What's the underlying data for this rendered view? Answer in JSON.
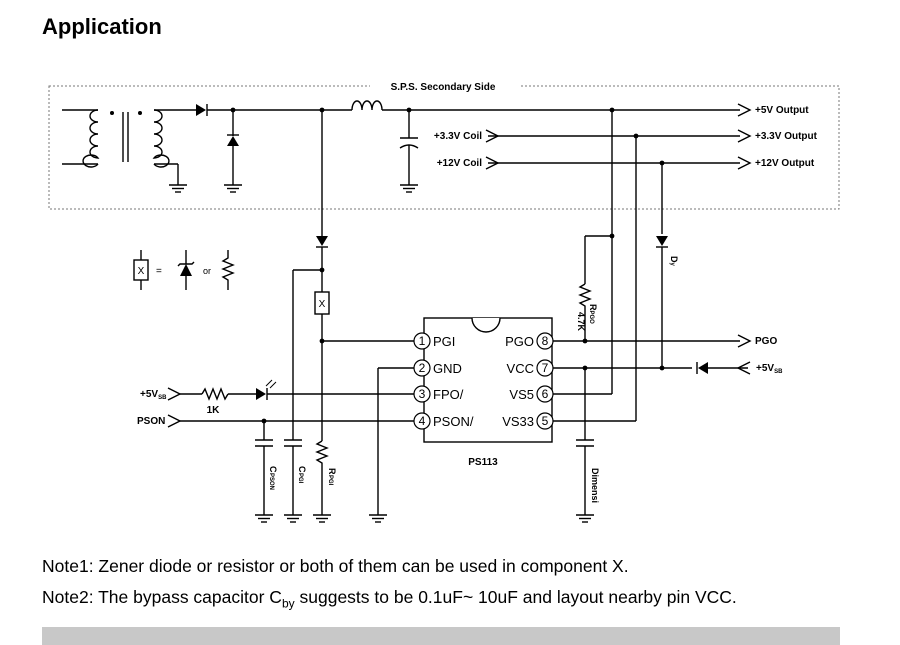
{
  "heading": "Application",
  "schematic": {
    "box_title": "S.P.S. Secondary Side",
    "outputs": [
      "+5V Output",
      "+3.3V Output",
      "+12V Output"
    ],
    "coils": [
      "+3.3V Coil",
      "+12V Coil"
    ],
    "legend": {
      "eq": "=",
      "or": "or"
    },
    "chip": {
      "name": "PS113",
      "left_pins": [
        {
          "num": "1",
          "name": "PGI"
        },
        {
          "num": "2",
          "name": "GND"
        },
        {
          "num": "3",
          "name": "FPO/"
        },
        {
          "num": "4",
          "name": "PSON/"
        }
      ],
      "right_pins": [
        {
          "num": "8",
          "name": "PGO"
        },
        {
          "num": "7",
          "name": "VCC"
        },
        {
          "num": "6",
          "name": "VS5"
        },
        {
          "num": "5",
          "name": "VS33"
        }
      ]
    },
    "signals": {
      "pgo": "PGO",
      "vsb_right": "+5V",
      "vsb_left": "+5V",
      "sb_sub": "SB",
      "pson": "PSON"
    },
    "parts": {
      "r_pgo": "R",
      "r_pgo_sub": "PGO",
      "r_pgo_val": "4.7K",
      "r_led": "1K",
      "d_y": "D",
      "d_y_sub": "y",
      "c_pson": "C",
      "c_pson_sub": "PSON",
      "c_pgi": "C",
      "c_pgi_sub": "PGI",
      "r_pgi": "R",
      "r_pgi_sub": "PGI",
      "dimensi": "Dimensi",
      "x_mark": "X"
    }
  },
  "notes": {
    "note1": "Note1: Zener diode or resistor or both of them can be used in component X.",
    "note2_pre": "Note2: The bypass capacitor C",
    "note2_sub": "by",
    "note2_post": " suggests to be 0.1uF~ 10uF and layout nearby pin VCC."
  }
}
